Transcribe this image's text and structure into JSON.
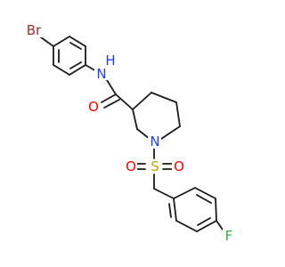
{
  "atoms": [
    {
      "id": "Br",
      "label": "Br",
      "color": "#a52a2a"
    },
    {
      "id": "N1",
      "label": "N",
      "color": "#1f3fff"
    },
    {
      "id": "H1",
      "label": "H",
      "color": "#1f3fff"
    },
    {
      "id": "O1",
      "label": "O",
      "color": "#ff0000"
    },
    {
      "id": "N2",
      "label": "N",
      "color": "#1f3fff"
    },
    {
      "id": "S1",
      "label": "S",
      "color": "#c8a000"
    },
    {
      "id": "O2",
      "label": "O",
      "color": "#ff0000"
    },
    {
      "id": "O3",
      "label": "O",
      "color": "#ff0000"
    },
    {
      "id": "F1",
      "label": "F",
      "color": "#3dab3d"
    }
  ],
  "colors": {
    "bond": "#1a1a1a",
    "background": "#ffffff"
  }
}
